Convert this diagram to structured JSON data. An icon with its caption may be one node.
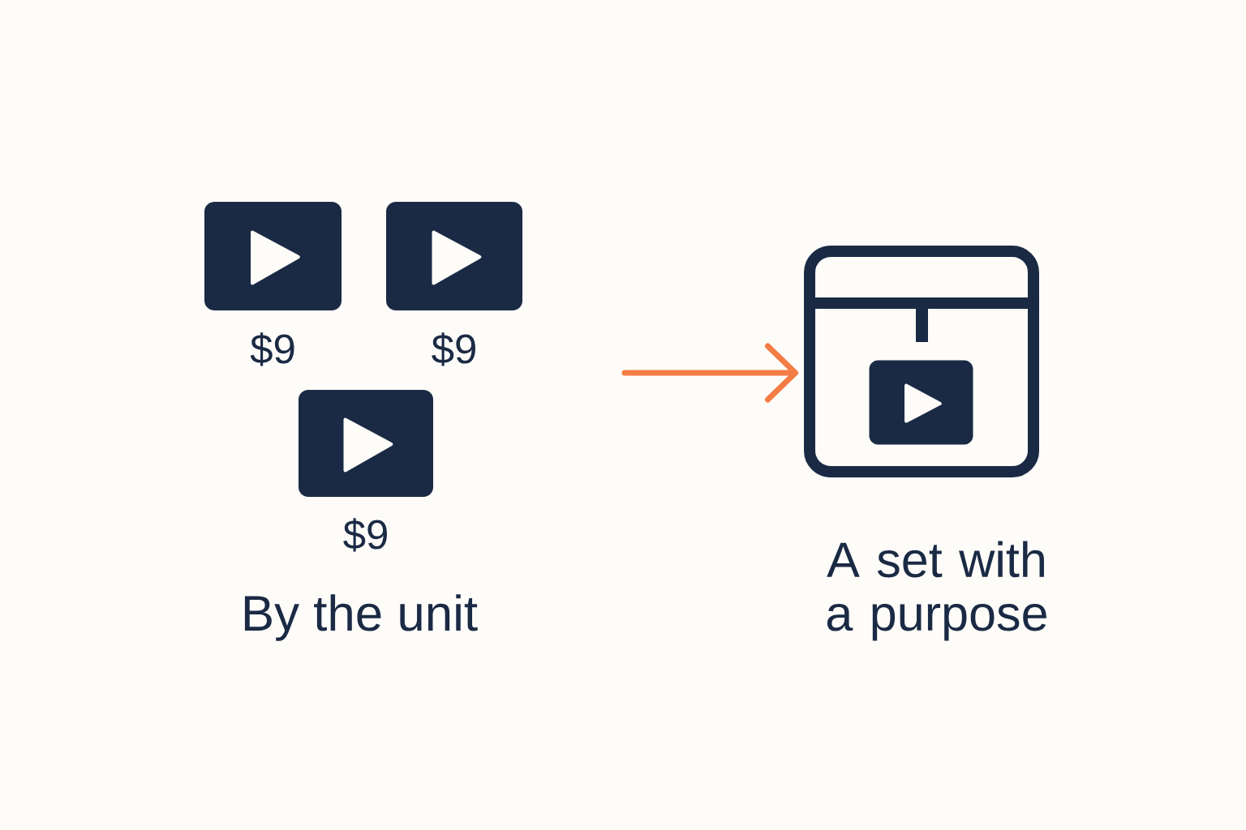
{
  "diagram": {
    "nodes": [
      {
        "text": [],
        "shape": "box",
        "beside": [
          "$9"
        ]
      },
      {
        "text": [],
        "shape": "box",
        "beside": [
          "$9"
        ]
      },
      {
        "text": [],
        "shape": "box",
        "beside": [
          "$9"
        ]
      },
      {
        "text": [],
        "shape": "box",
        "beside": [
          "A set with a purpose"
        ]
      },
      {
        "text": [],
        "shape": "box",
        "in": 3
      }
    ],
    "edges": [
      {
        "from": null,
        "to": 3,
        "arrow": "to",
        "color": "#f47c45"
      }
    ],
    "labels": [
      "By the unit"
    ]
  }
}
